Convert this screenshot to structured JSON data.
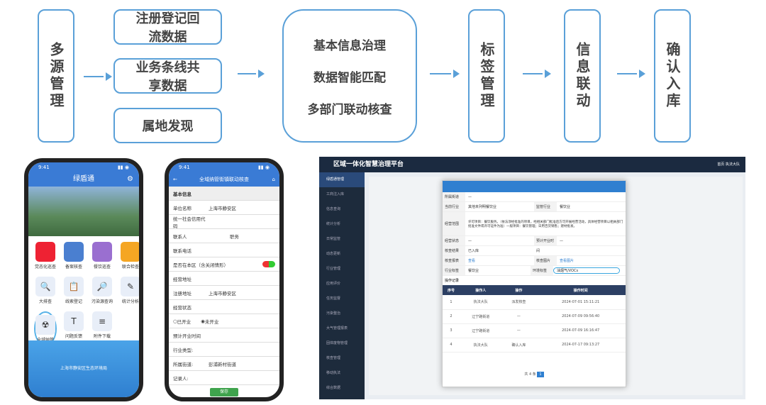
{
  "flow": {
    "left": "多源管理",
    "sources": [
      "注册登记回流数据",
      "业务条线共享数据",
      "属地发现"
    ],
    "center": [
      "基本信息治理",
      "数据智能匹配",
      "多部门联动核查"
    ],
    "steps": [
      "标签管理",
      "信息联动",
      "确认入库"
    ]
  },
  "phone1": {
    "time": "9:41",
    "title": "绿盾通",
    "footer": "上海市静安区生态环境局",
    "apps": [
      "党态化巡查",
      "备案核查",
      "餐饮巡查",
      "联合检查",
      "大排查",
      "线索登记",
      "污染源查询",
      "统计分析",
      "全域纳管",
      "问题反馈",
      "附件下载"
    ]
  },
  "phone2": {
    "time": "9:41",
    "title": "全域纳管街镇联动核查",
    "section": "基本信息",
    "fields": [
      [
        "单位名称",
        "上海市静安区"
      ],
      [
        "统一社会信用代码",
        ""
      ],
      [
        "联系人",
        "职务"
      ],
      [
        "联系电话",
        ""
      ],
      [
        "是否在本区（含关闭情形）",
        ""
      ],
      [
        "经营地址",
        ""
      ],
      [
        "注册地址",
        "上海市静安区"
      ],
      [
        "经营状态",
        ""
      ],
      [
        "预计开业时间",
        ""
      ],
      [
        "行业类型:",
        ""
      ],
      [
        "所属街道:",
        "彭浦新村街道"
      ],
      [
        "记录人:",
        ""
      ]
    ],
    "status_options": [
      "已开业",
      "未开业"
    ],
    "save": "保存"
  },
  "dashboard": {
    "title": "区域一体化智慧治理平台",
    "header_right": "首页  执法大队",
    "menu": [
      "绿盾通管理",
      "工商注入库",
      "信息查询",
      "统计分析",
      "日常监管",
      "动态更新",
      "行业管理",
      "应用评价",
      "任务监督",
      "污染整治",
      "大气管理报表",
      "固体废物管理",
      "核查管理",
      "移动执法",
      "综合数据"
    ],
    "modal": {
      "rows": [
        [
          "所属街道",
          "—"
        ],
        [
          "当前行业",
          "其他未列明餐饮业",
          "监管行业",
          "餐饮业"
        ],
        [
          "经营范围",
          "许可项目：餐饮服务。（依法须经批准的项目，经相关部门批准后方可开展经营活动，具体经营项目以相关部门批准文件或许可证件为准）一般项目：餐饮管理；日用百货销售；建材批发。"
        ],
        [
          "经营状态",
          "—",
          "预计开业时间",
          "—"
        ],
        [
          "核查结果",
          "已入库"
        ],
        [
          "核查报表",
          "查看",
          "核查图片",
          "查看图片"
        ],
        [
          "行业标签",
          "餐饮业",
          "环境标签",
          "油烟气/VOCs"
        ]
      ],
      "log_title": "操作记录",
      "log_head": [
        "序号",
        "操作人",
        "操作",
        "操作时间"
      ],
      "log_rows": [
        [
          "1",
          "执法大队",
          "派发核查",
          "2024-07-01 15:11:21"
        ],
        [
          "2",
          "辽宁路街道",
          "—",
          "2024-07-09 09:56:40"
        ],
        [
          "3",
          "辽宁路街道",
          "—",
          "2024-07-09 16:16:47"
        ],
        [
          "4",
          "执法大队",
          "确认入库",
          "2024-07-17 09:13:27"
        ]
      ],
      "pager": "共 4 条"
    }
  }
}
